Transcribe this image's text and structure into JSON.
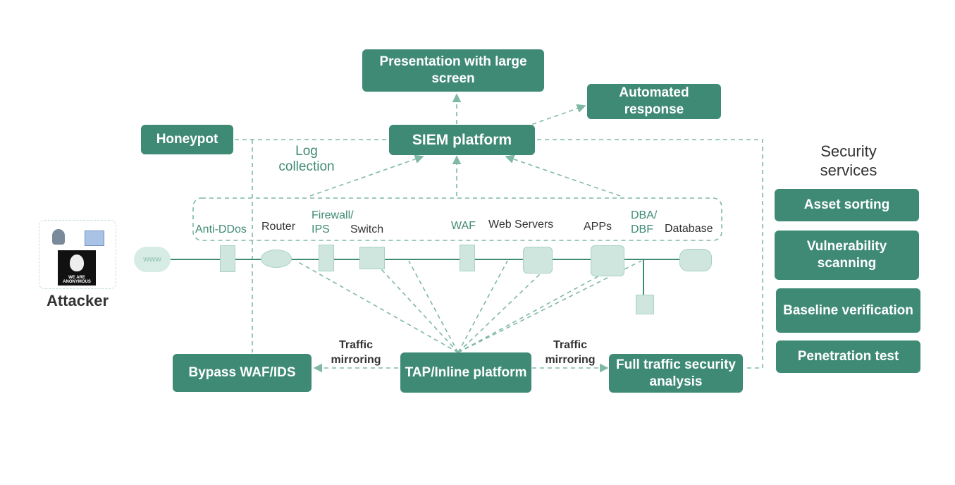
{
  "diagram": {
    "top": {
      "presentation": "Presentation with large screen",
      "automated_response": "Automated response",
      "honeypot": "Honeypot",
      "siem": "SIEM platform",
      "log_collection": "Log collection"
    },
    "chain": {
      "anti_ddos": "Anti-DDos",
      "router": "Router",
      "firewall": "Firewall/\nIPS",
      "switch": "Switch",
      "waf": "WAF",
      "web_servers": "Web Servers",
      "apps": "APPs",
      "dba": "DBA/\nDBF",
      "database": "Database",
      "www": "www"
    },
    "attacker": {
      "label": "Attacker",
      "badge": "WE ARE ANONYMOUS"
    },
    "bottom": {
      "bypass": "Bypass WAF/IDS",
      "tap": "TAP/Inline platform",
      "full_traffic": "Full traffic security analysis",
      "traffic_left": "Traffic mirroring",
      "traffic_right": "Traffic mirroring"
    },
    "security_services": {
      "title": "Security services",
      "items": [
        "Asset sorting",
        "Vulnerability scanning",
        "Baseline verification",
        "Penetration test"
      ]
    }
  },
  "colors": {
    "accent": "#3f8a75",
    "dashed": "#7fb8a6",
    "text": "#333333"
  }
}
